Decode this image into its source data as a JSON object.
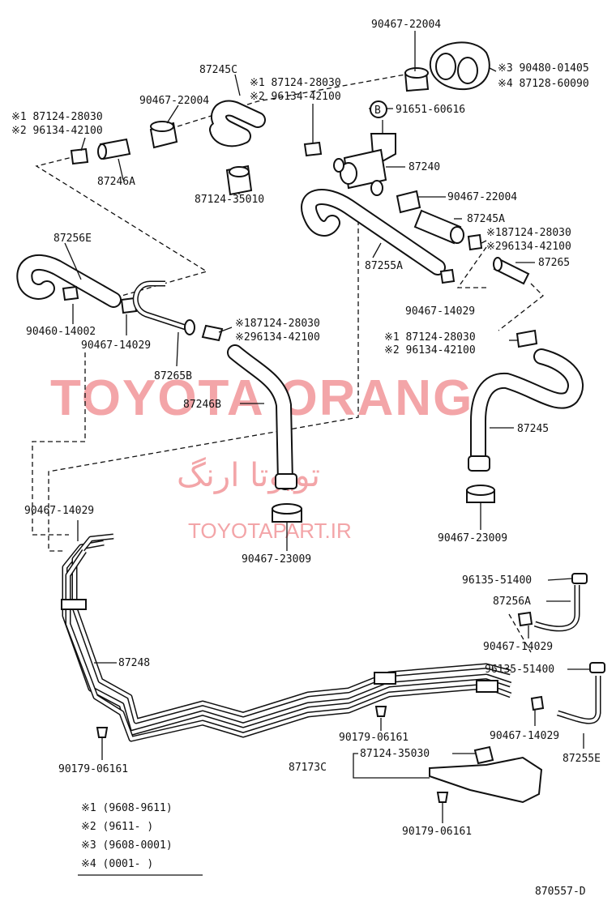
{
  "watermark": {
    "brand": "TOYOTA ORANG",
    "persian": "تویوتا ارنگ",
    "site": "TOYOTAPART.IR"
  },
  "labels": {
    "p90467_22004_top": "90467-22004",
    "p87245c": "87245C",
    "p90480": "※3 90480-01405",
    "p87128": "※4 87128-60090",
    "p87124_mid1": "※1 87124-28030",
    "p96134_mid2": "※2 96134-42100",
    "p90467_22004_left": "90467-22004",
    "p87124_left1": "※1 87124-28030",
    "p96134_left2": "※2 96134-42100",
    "b_circle": "B",
    "p91651": "91651-60616",
    "p87246a": "87246A",
    "p87240": "87240",
    "p87124_35010": "87124-35010",
    "p90467_22004_right": "90467-22004",
    "p87245a": "87245A",
    "p87256e": "87256E",
    "p87124_r1": "※187124-28030",
    "p96134_r2": "※296134-42100",
    "p87255a": "87255A",
    "p87265": "87265",
    "p90460": "90460-14002",
    "p90467_14029_a": "90467-14029",
    "p90467_14029_b": "90467-14029",
    "p87124_c1": "※187124-28030",
    "p96134_c2": "※296134-42100",
    "p87124_d1": "※1 87124-28030",
    "p96134_d2": "※2 96134-42100",
    "p87265b": "87265B",
    "p87246b": "87246B",
    "p87245": "87245",
    "p90467_14029_c": "90467-14029",
    "p90467_23009_a": "90467-23009",
    "p90467_23009_b": "90467-23009",
    "p96135_a": "96135-51400",
    "p87256a": "87256A",
    "p87248": "87248",
    "p90467_14029_d": "90467-14029",
    "p96135_b": "96135-51400",
    "p90179_a": "90179-06161",
    "p90467_14029_e": "90467-14029",
    "p87173c": "87173C",
    "p87124_35030": "87124-35030",
    "p87255e": "87255E",
    "p90179_b": "90179-06161",
    "p90179_c": "90179-06161",
    "diagram_code": "870557-D"
  },
  "legend": [
    "※1 (9608-9611)",
    "※2 (9611-      )",
    "※3 (9608-0001)",
    "※4 (0001-      )"
  ]
}
